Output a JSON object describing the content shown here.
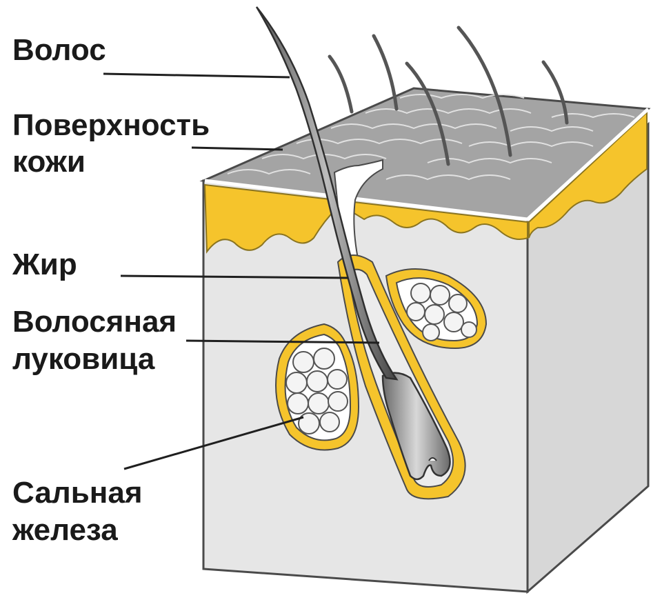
{
  "labels": {
    "hair": "Волос",
    "skin_surface_line1": "Поверхность",
    "skin_surface_line2": "кожи",
    "fat": "Жир",
    "hair_bulb_line1": "Волосяная",
    "hair_bulb_line2": "луковица",
    "sebaceous_line1": "Сальная",
    "sebaceous_line2": "железа"
  },
  "colors": {
    "fat_layer": "#f5c42c",
    "dermis": "#e6e6e6",
    "skin_surface": "#9a9a9a",
    "hair": "#3c3c3c",
    "outline": "#4a4a4a"
  }
}
